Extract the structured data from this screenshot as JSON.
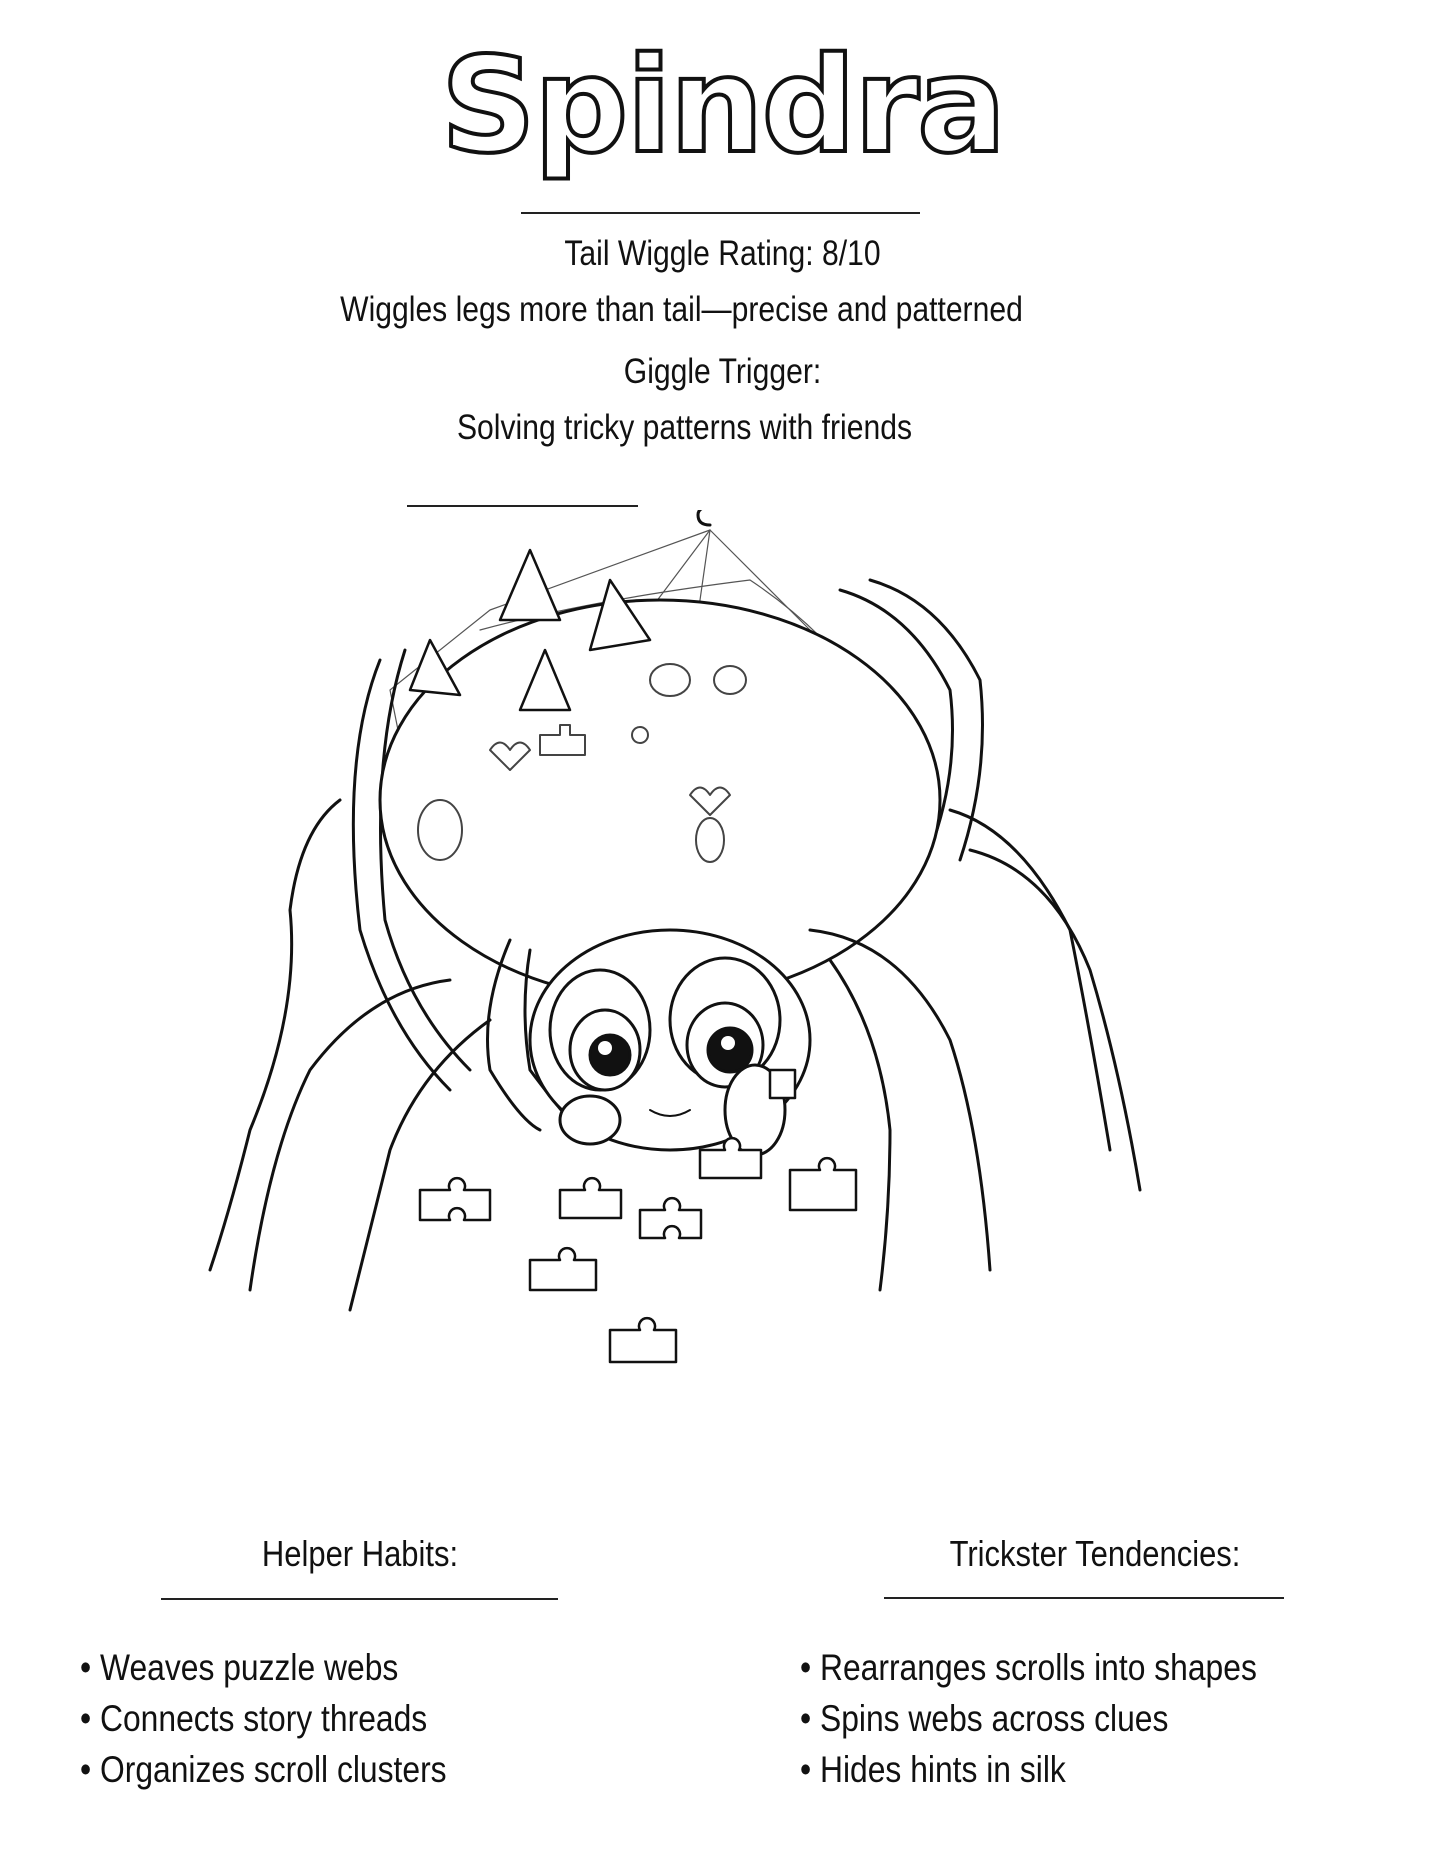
{
  "header": {
    "title": "Spindra"
  },
  "stats": {
    "tail_wiggle_rating": "Tail Wiggle Rating: 8/10",
    "wiggle_description": "Wiggles legs more than tail—precise and patterned",
    "giggle_trigger_label": "Giggle Trigger:",
    "giggle_trigger_value": "Solving tricky patterns with friends"
  },
  "illustration": {
    "subject": "spider-character-coloring-illustration",
    "elements": [
      "spider",
      "spiky-abdomen",
      "web",
      "puzzle-pieces"
    ]
  },
  "helper": {
    "heading": "Helper Habits:",
    "items": [
      "Weaves puzzle webs",
      "Connects story threads",
      "Organizes scroll clusters"
    ]
  },
  "trickster": {
    "heading": "Trickster Tendencies:",
    "items": [
      "Rearranges scrolls into shapes",
      "Spins webs across clues",
      "Hides hints in silk"
    ]
  },
  "bullet": "•"
}
